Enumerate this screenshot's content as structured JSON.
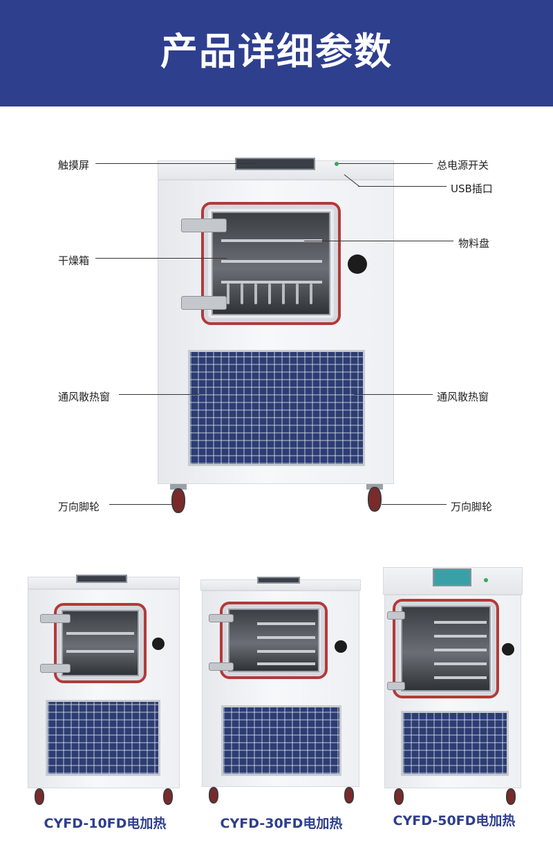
{
  "banner": {
    "title": "产品详细参数"
  },
  "callouts": {
    "touch_screen": "触摸屏",
    "power_switch": "总电源开关",
    "usb_port": "USB插口",
    "tray": "物料盘",
    "drying_chamber": "干燥箱",
    "vent_left": "通风散热窗",
    "vent_right": "通风散热窗",
    "caster_left": "万向脚轮",
    "caster_right": "万向脚轮"
  },
  "models": [
    {
      "label": "CYFD-10FD电加热"
    },
    {
      "label": "CYFD-30FD电加热"
    },
    {
      "label": "CYFD-50FD电加热"
    }
  ],
  "colors": {
    "banner": "#2e3f8d",
    "door_seal": "#b23a3a",
    "vent": "#2c3d73",
    "model_text": "#2e3f8d"
  }
}
